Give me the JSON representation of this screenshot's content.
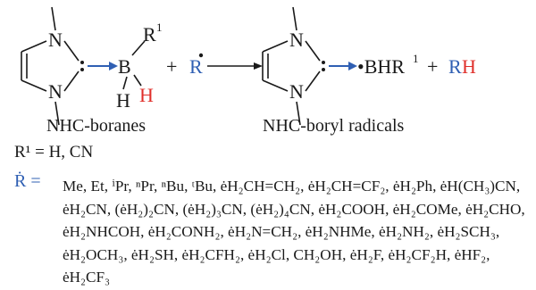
{
  "left_structure": {
    "n_top": "N",
    "n_bottom": "N",
    "boron": "B",
    "r1": "R",
    "r1_sup": "1",
    "h_lower": "H",
    "h_red": "H"
  },
  "plus_sign": "+",
  "radical_label": "R",
  "radical_dot": "•",
  "right_structure": {
    "n_top": "N",
    "n_bottom": "N",
    "boryl": "•BHR",
    "boryl_sup": "1"
  },
  "product_plus": "+",
  "product_r": "R",
  "product_h": "H",
  "captions": {
    "left": "NHC-boranes",
    "right": "NHC-boryl radicals"
  },
  "r1_definition": "R¹ = H, CN",
  "radical_definition_label": "Ṙ =",
  "radical_list": [
    "Me, Et, ⁱPr, ⁿPr, ⁿBu, ᵗBu, ėH₂CH=CH₂, ėH₂CH=CF₂, ėH₂Ph, ėH(CH₃)CN,",
    "ėH₂CN, (ėH₂)₂CN, (ėH₂)₃CN, (ėH₂)₄CN, ėH₂COOH, ėH₂COMe, ėH₂CHO,",
    "ėH₂NHCOH, ėH₂CONH₂, ėH₂N=CH₂, ėH₂NHMe, ėH₂NH₂, ėH₂SCH₃,",
    "ėH₂OCH₃, ėH₂SH, ėH₂CFH₂, ėH₂Cl, CH₂OH, ėH₂F, ėH₂CF₂H, ėHF₂,",
    "ėH₂CF₃"
  ],
  "colors": {
    "blue": "#2f5fb3",
    "red": "#e0302b",
    "black": "#1a1a1a"
  }
}
